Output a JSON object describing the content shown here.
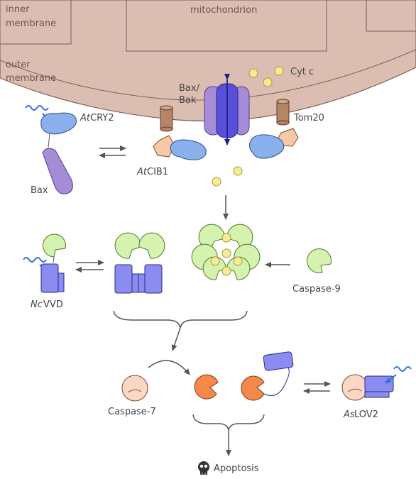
{
  "colors": {
    "membrane_fill": "#dcbdb1",
    "membrane_stroke": "#7a5c52",
    "bax_purple": "#a68bd6",
    "bax_dark": "#5a4fd8",
    "cry_blue": "#8bb0ee",
    "cib_peach": "#f8c9a6",
    "tom20_brown": "#b58566",
    "cytc_yellow": "#f6ec98",
    "caspase9_green": "#d5f2ae",
    "vvd_blue": "#8b8cf0",
    "caspase7_light": "#fbd8c5",
    "caspase7_active": "#f4894a",
    "lov_purple": "#7f7cee",
    "light_wave": "#2f6ee6",
    "arrow_gray": "#555555",
    "double_arrow_navy": "#1b1f8a"
  },
  "labels": {
    "inner_membrane_1": "inner",
    "inner_membrane_2": "membrane",
    "mitochondrion": "mitochondrion",
    "outer_membrane_1": "outer",
    "outer_membrane_2": "membrane",
    "bax_bak_1": "Bax/",
    "bax_bak_2": "Bak",
    "cyt_c": "Cyt c",
    "tom20": "Tom20",
    "atcry2_prefix": "At",
    "atcry2_suffix": "CRY2",
    "atcib1_prefix": "At",
    "atcib1_suffix": "CIB1",
    "bax": "Bax",
    "ncvvd_prefix": "Nc",
    "ncvvd_suffix": "VVD",
    "caspase9": "Caspase-9",
    "caspase7": "Caspase-7",
    "aslov2_prefix": "As",
    "aslov2_suffix": "LOV2",
    "apoptosis": "Apoptosis"
  },
  "icons": {
    "light": "light-wave-icon",
    "death": "skull-icon"
  }
}
